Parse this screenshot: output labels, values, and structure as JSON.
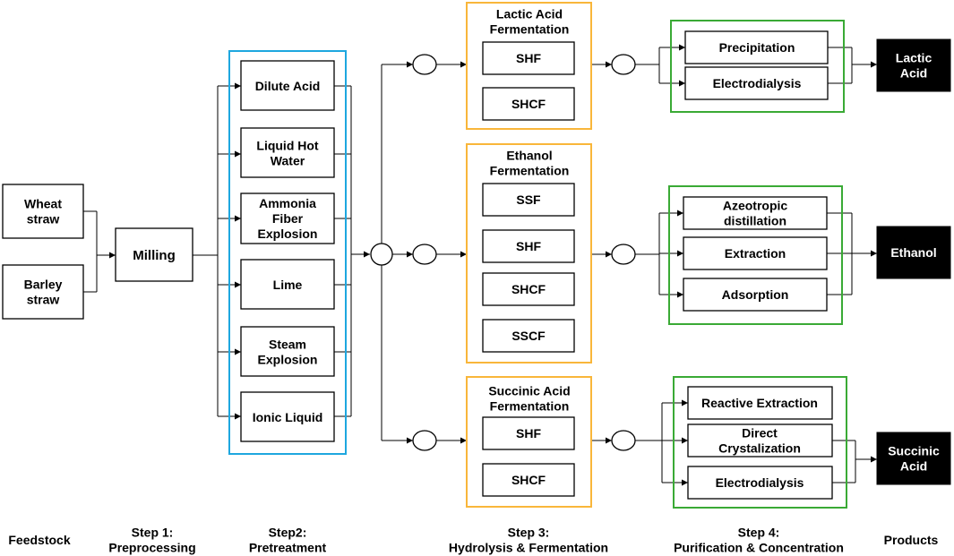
{
  "colors": {
    "pretreatment_group": "#1ea7df",
    "fermentation_group": "#f9b63a",
    "purification_group": "#3aaa35",
    "product_fill": "#000000",
    "product_text": "#ffffff"
  },
  "feedstock": {
    "wheat": "Wheat\nstraw",
    "barley": "Barley\nstraw"
  },
  "preprocessing": {
    "milling": "Milling"
  },
  "pretreatment": {
    "dilute_acid": "Dilute Acid",
    "liquid_hot_water": "Liquid Hot\nWater",
    "afex": "Ammonia\nFiber\nExplosion",
    "lime": "Lime",
    "steam_explosion": "Steam\nExplosion",
    "ionic_liquid": "Ionic Liquid"
  },
  "fermentation": {
    "lactic": {
      "title": "Lactic Acid\nFermentation",
      "methods": [
        "SHF",
        "SHCF"
      ]
    },
    "ethanol": {
      "title": "Ethanol\nFermentation",
      "methods": [
        "SSF",
        "SHF",
        "SHCF",
        "SSCF"
      ]
    },
    "succinic": {
      "title": "Succinic Acid\nFermentation",
      "methods": [
        "SHF",
        "SHCF"
      ]
    }
  },
  "purification": {
    "lactic": [
      "Precipitation",
      "Electrodialysis"
    ],
    "ethanol": [
      "Azeotropic\ndistillation",
      "Extraction",
      "Adsorption"
    ],
    "succinic": [
      "Reactive Extraction",
      "Direct\nCrystalization",
      "Electrodialysis"
    ]
  },
  "products": {
    "lactic": "Lactic\nAcid",
    "ethanol": "Ethanol",
    "succinic": "Succinic\nAcid"
  },
  "steps": {
    "feedstock": "Feedstock",
    "step1": "Step 1:\nPreprocessing",
    "step2": "Step2:\nPretreatment",
    "step3": "Step 3:\nHydrolysis & Fermentation",
    "step4": "Step 4:\nPurification & Concentration",
    "products": "Products"
  }
}
